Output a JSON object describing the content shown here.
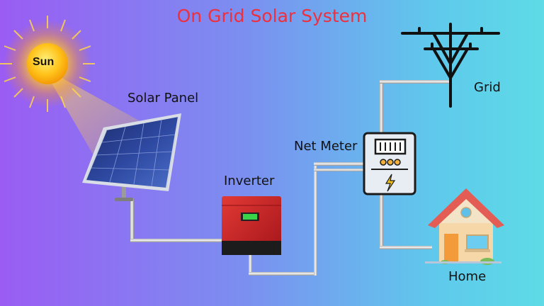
{
  "title": "On Grid Solar System",
  "labels": {
    "sun": "Sun",
    "solar_panel": "Solar Panel",
    "inverter": "Inverter",
    "net_meter": "Net Meter",
    "grid": "Grid",
    "home": "Home"
  },
  "colors": {
    "title": "#ef2f3c",
    "background_left": "#9a5cf3",
    "background_right": "#5ddbe6",
    "inverter_body": "#c81f24",
    "house_roof": "#e35d55",
    "house_wall": "#f6d8a8"
  },
  "icons": [
    "sun-icon",
    "solar-panel-icon",
    "inverter-icon",
    "net-meter-icon",
    "power-pole-icon",
    "house-icon"
  ]
}
